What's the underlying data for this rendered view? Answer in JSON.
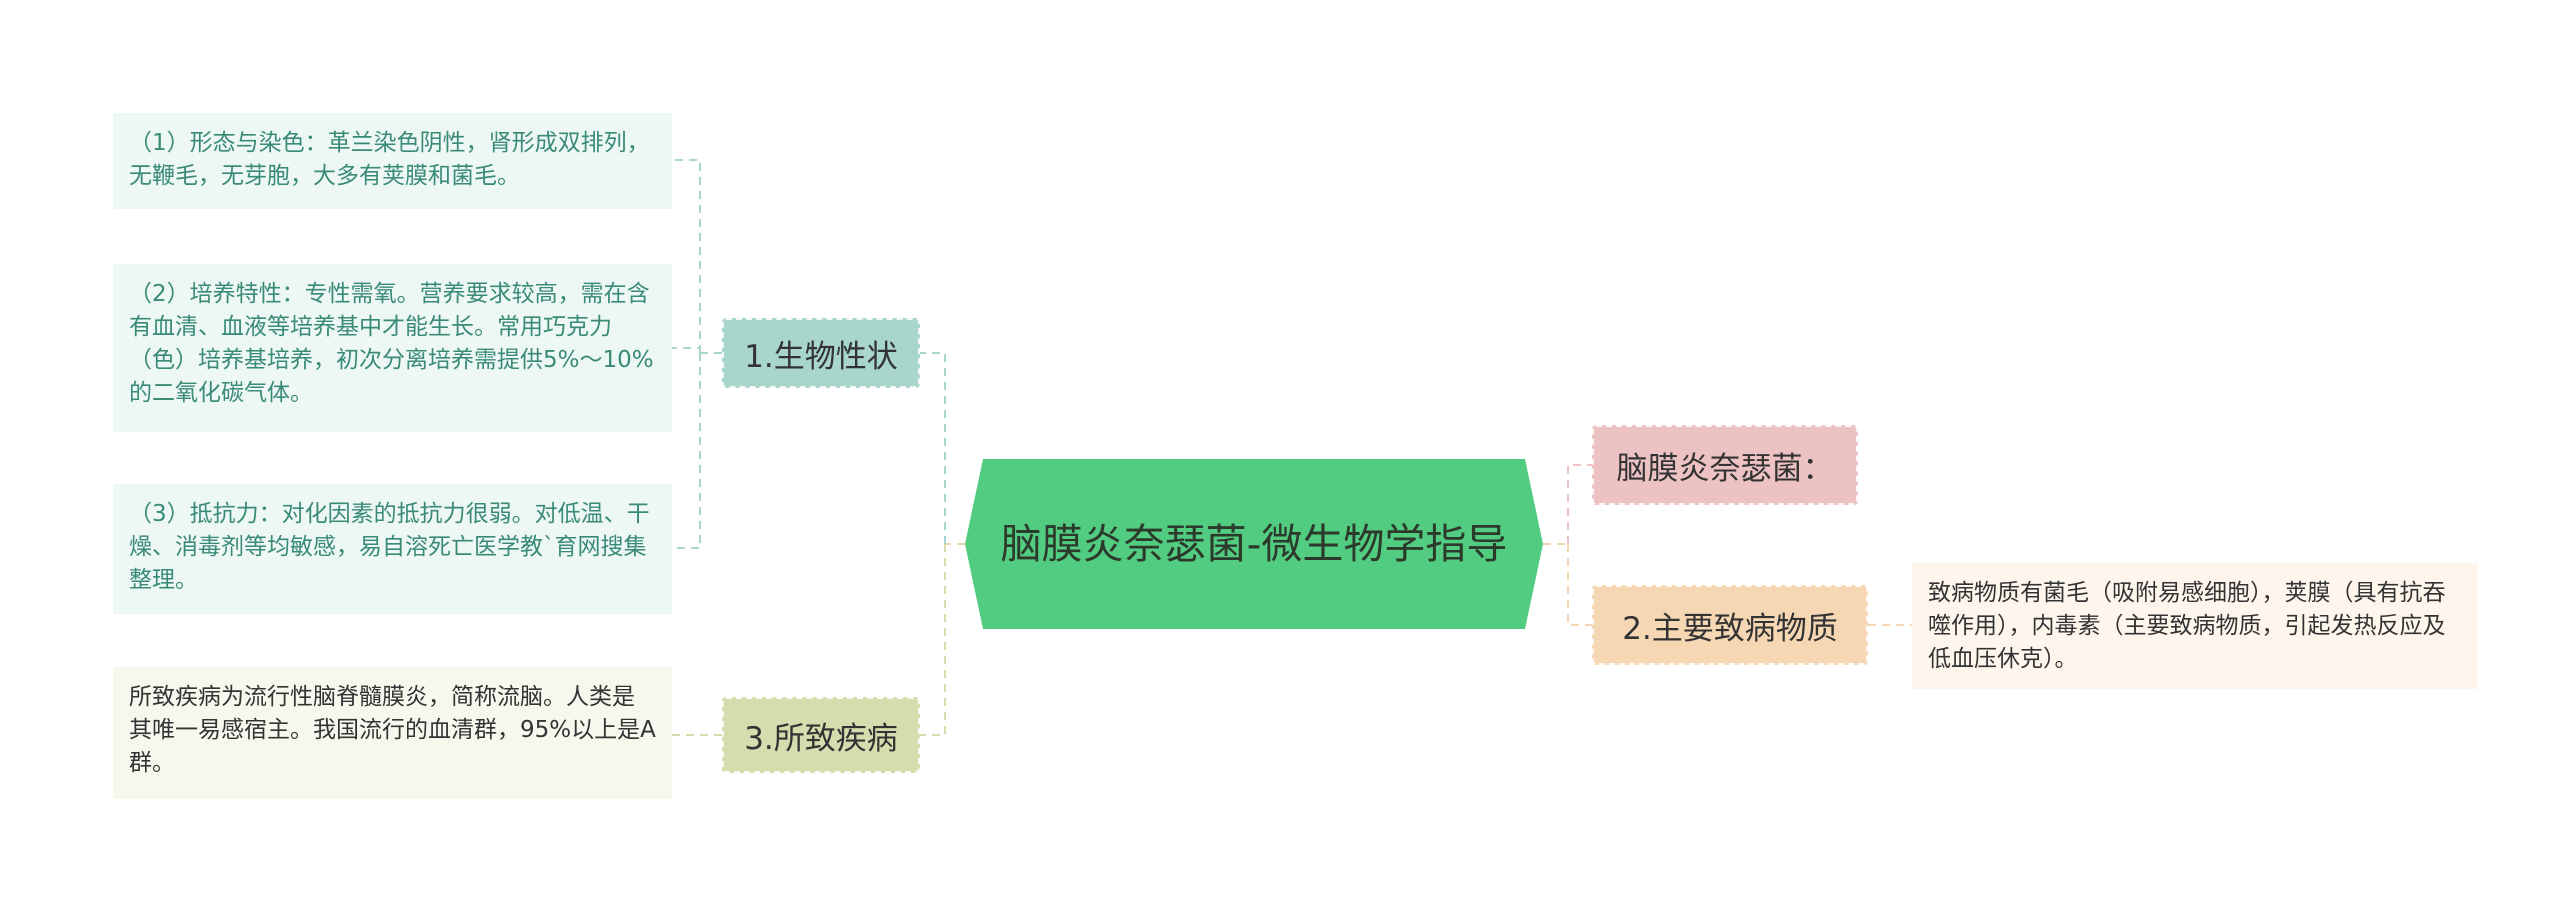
{
  "colors": {
    "central_fill": "#52cc80",
    "branch_bio_fill": "#a8d5cc",
    "branch_disease_fill": "#d5dcad",
    "branch_pink_fill": "#ecc2c3",
    "branch_orange_fill": "#f6d7b4",
    "leaf_bio_fill": "#edf7f4",
    "leaf_bio_text": "#3a8a78",
    "leaf_disease_fill": "#f6f8ee",
    "leaf_disease_text": "#333333",
    "leaf_orange_fill": "#fef6ed",
    "leaf_orange_text": "#333333",
    "line_bio": "#a8d5cc",
    "line_disease": "#d5dcad",
    "line_pink": "#ecc2c3",
    "line_orange": "#f6d7b4",
    "line_center_left": "#f0d6ad",
    "line_center_right": "#f0d6ad"
  },
  "central": {
    "title": "脑膜炎奈瑟菌-微生物学指导"
  },
  "branches": {
    "bio": {
      "label": "1.生物性状",
      "leaves": [
        "（1）形态与染色：革兰染色阴性，肾形成双排列，无鞭毛，无芽胞，大多有荚膜和菌毛。",
        "（2）培养特性：专性需氧。营养要求较高，需在含有血清、血液等培养基中才能生长。常用巧克力（色）培养基培养，初次分离培养需提供5%～10%的二氧化碳气体。",
        "（3）抵抗力：对化因素的抵抗力很弱。对低温、干燥、消毒剂等均敏感，易自溶死亡医学教`育网搜集整理。"
      ]
    },
    "disease": {
      "label": "3.所致疾病",
      "leaf": "所致疾病为流行性脑脊髓膜炎，简称流脑。人类是其唯一易感宿主。我国流行的血清群，95%以上是A群。"
    },
    "intro": {
      "label": "脑膜炎奈瑟菌："
    },
    "pathogenic": {
      "label": "2.主要致病物质",
      "leaf": "致病物质有菌毛（吸附易感细胞），荚膜（具有抗吞噬作用），内毒素（主要致病物质，引起发热反应及低血压休克）。"
    }
  }
}
